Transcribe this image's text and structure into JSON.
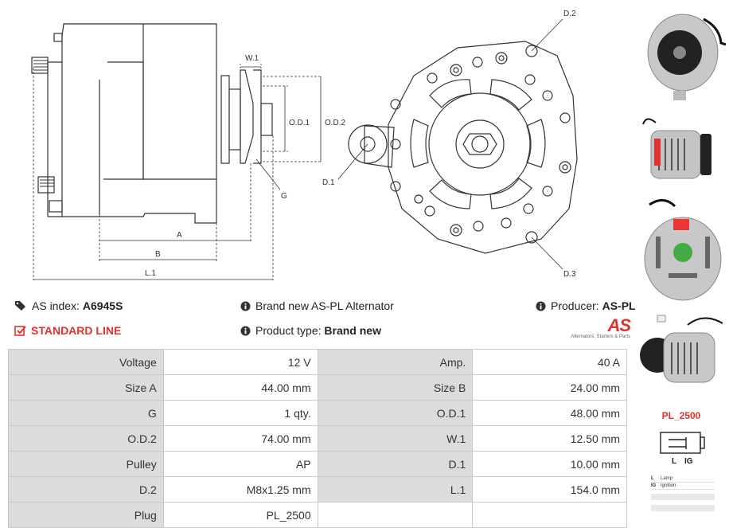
{
  "drawing": {
    "labels": {
      "w1": "W.1",
      "od1": "O.D.1",
      "od2": "O.D.2",
      "g": "G",
      "a": "A",
      "b": "B",
      "l1": "L.1",
      "d1": "D.1",
      "d2": "D.2",
      "d3": "D.3"
    }
  },
  "info": {
    "as_index_label": "AS index:",
    "as_index_value": "A6945S",
    "line": "STANDARD LINE",
    "brand_new": "Brand new AS-PL Alternator",
    "product_type_label": "Product type:",
    "product_type_value": "Brand new",
    "producer_label": "Producer:",
    "producer_value": "AS-PL",
    "logo_text": "AS",
    "logo_sub": "Alternators, Starters & Parts"
  },
  "specs": [
    [
      "Voltage",
      "12 V",
      "Amp.",
      "40 A"
    ],
    [
      "Size A",
      "44.00 mm",
      "Size B",
      "24.00 mm"
    ],
    [
      "G",
      "1 qty.",
      "O.D.1",
      "48.00 mm"
    ],
    [
      "O.D.2",
      "74.00 mm",
      "W.1",
      "12.50 mm"
    ],
    [
      "Pulley",
      "AP",
      "D.1",
      "10.00 mm"
    ],
    [
      "D.2",
      "M8x1.25 mm",
      "L.1",
      "154.0 mm"
    ],
    [
      "Plug",
      "PL_2500",
      "",
      ""
    ]
  ],
  "plug": {
    "name": "PL_2500",
    "pin_l": "L",
    "pin_ig": "IG",
    "legend": [
      {
        "code": "L",
        "desc": "Lamp"
      },
      {
        "code": "IG",
        "desc": "Ignition"
      }
    ]
  },
  "colors": {
    "accent": "#e4312b",
    "label_bg": "#dcdcdc",
    "border": "#c9c9c9"
  }
}
